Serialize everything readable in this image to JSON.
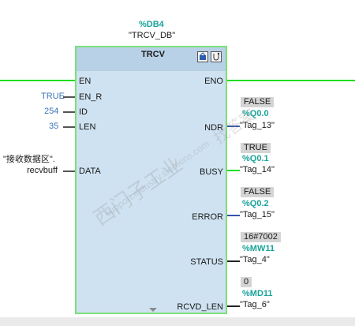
{
  "block": {
    "db_name": "%DB4",
    "db_label": "\"TRCV_DB\"",
    "title": "TRCV",
    "left_pins": [
      "EN",
      "EN_R",
      "ID",
      "LEN",
      "DATA"
    ],
    "right_pins": [
      "ENO",
      "NDR",
      "BUSY",
      "ERROR",
      "STATUS",
      "RCVD_LEN"
    ]
  },
  "inputs": {
    "en_r_value": "TRUE",
    "id_value": "254",
    "len_value": "35",
    "data_line1": "\"接收数据区\".",
    "data_line2": "recvbuff"
  },
  "outputs": {
    "ndr": {
      "value": "FALSE",
      "address": "%Q0.0",
      "tag": "\"Tag_13\""
    },
    "busy": {
      "value": "TRUE",
      "address": "%Q0.1",
      "tag": "\"Tag_14\""
    },
    "error": {
      "value": "FALSE",
      "address": "%Q0.2",
      "tag": "\"Tag_15\""
    },
    "status": {
      "value": "16#7002",
      "address": "%MW11",
      "tag": "\"Tag_4\""
    },
    "rcvd_len": {
      "value": "0",
      "address": "%MD11",
      "tag": "\"Tag_6\""
    }
  },
  "watermark": {
    "line1": "西门子工业",
    "line2": "support.industry.siemens.com",
    "line3": "找答案"
  },
  "colors": {
    "power_flow": "#22dd22",
    "address": "#1aa39a",
    "constant": "#3d74b8",
    "block_fill": "#cfe2f1",
    "block_border": "#7ce07a"
  }
}
